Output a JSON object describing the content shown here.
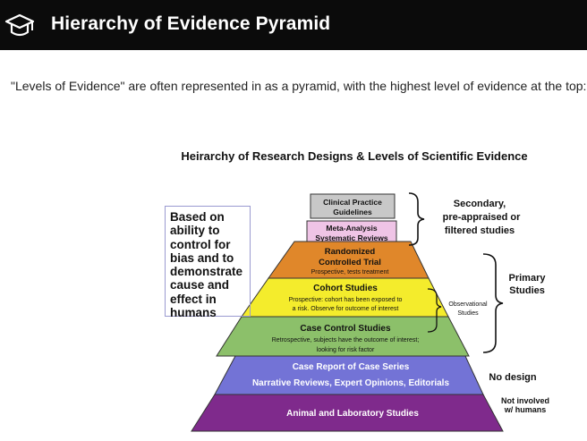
{
  "header": {
    "title": "Hierarchy of Evidence Pyramid",
    "icon": "graduation-cap-icon"
  },
  "intro": "\"Levels of Evidence\" are often represented in as a pyramid, with the highest level of evidence at the top:",
  "diagram": {
    "title": "Heirarchy of Research Designs & Levels of Scientific Evidence",
    "note": "Based on ability to control for bias and to demonstrate cause and effect in humans",
    "boxes": {
      "guidelines": {
        "line1": "Clinical Practice",
        "line2": "Guidelines",
        "color": "#c8c8c8"
      },
      "meta": {
        "line1": "Meta-Analysis",
        "line2": "Systematic Reviews",
        "color": "#efc4e6"
      }
    },
    "levels": {
      "rct": {
        "title1": "Randomized",
        "title2": "Controlled Trial",
        "sub": "Prospective, tests treatment",
        "color": "#e0872a"
      },
      "cohort": {
        "title": "Cohort Studies",
        "sub1": "Prospective: cohort has been exposed to",
        "sub2": "a risk. Observe for outcome of interest",
        "color": "#f4ec2c"
      },
      "case_control": {
        "title": "Case Control Studies",
        "sub1": "Retrospective, subjects have the outcome of interest;",
        "sub2": "looking for risk factor",
        "color": "#8cc06a"
      },
      "case_report": {
        "title": "Case Report of Case Series",
        "sub": "Narrative Reviews, Expert Opinions, Editorials",
        "color": "#7373d6"
      },
      "animal": {
        "title": "Animal and Laboratory Studies",
        "color": "#7f2a8c"
      }
    },
    "labels": {
      "secondary": [
        "Secondary,",
        "pre-appraised or",
        "filtered studies"
      ],
      "primary": [
        "Primary",
        "Studies"
      ],
      "observational": [
        "Observational",
        "Studies"
      ],
      "no_design": "No design",
      "not_involved": [
        "Not involved",
        "w/ humans"
      ]
    }
  }
}
